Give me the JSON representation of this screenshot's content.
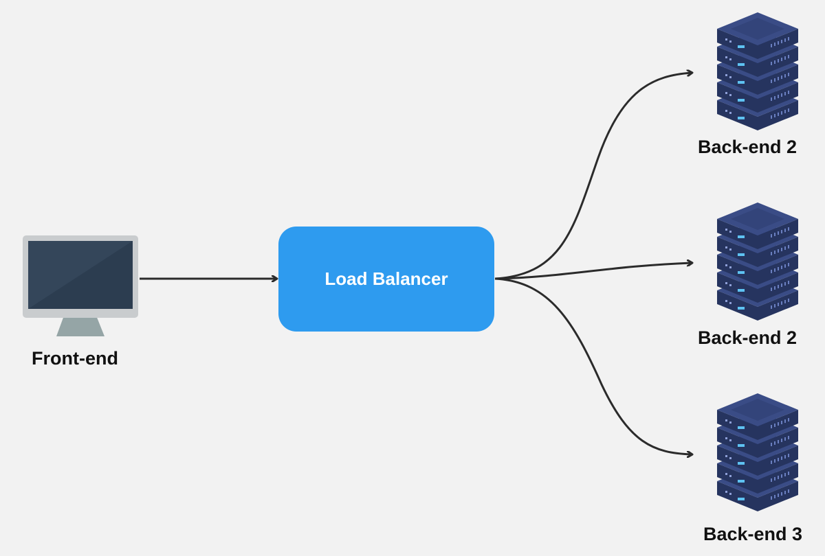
{
  "nodes": {
    "front_end": {
      "label": "Front-end",
      "icon": "monitor-icon"
    },
    "load_balancer": {
      "label": "Load Balancer",
      "color": "#2e9bef"
    },
    "backends": [
      {
        "label": "Back-end 2",
        "icon": "server-stack-icon"
      },
      {
        "label": "Back-end 2",
        "icon": "server-stack-icon"
      },
      {
        "label": "Back-end 3",
        "icon": "server-stack-icon"
      }
    ]
  },
  "colors": {
    "background": "#f2f2f2",
    "arrow": "#2b2b2b",
    "server_dark": "#2e3d6e",
    "server_top": "#35477f",
    "server_face": "#26345f",
    "server_light": "#5ec2f2",
    "monitor_frame": "#c9ccce",
    "monitor_screen": "#34465a",
    "monitor_stand": "#95a5a6"
  }
}
